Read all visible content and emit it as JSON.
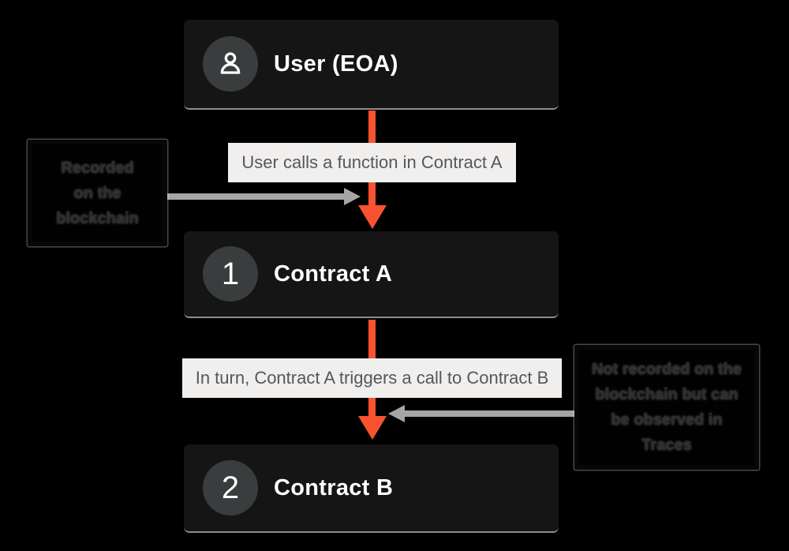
{
  "colors": {
    "background": "#000000",
    "node_bg": "#151515",
    "node_text": "#ffffff",
    "badge_bg": "#3a3d3e",
    "node_bottom_line": "#8d8d8d",
    "arrow_orange": "#f95231",
    "arrow_gray": "#a5a5a5",
    "label_bg": "#f0efee",
    "label_text": "#56575b",
    "callout_text": "#2e2e2e"
  },
  "nodes": {
    "user": {
      "title": "User (EOA)",
      "icon": "user-icon"
    },
    "contract_a": {
      "badge": "1",
      "title": "Contract A"
    },
    "contract_b": {
      "badge": "2",
      "title": "Contract B"
    }
  },
  "flow_labels": {
    "user_to_a": "User calls a function in Contract A",
    "a_to_b": "In turn, Contract A triggers a call to Contract B"
  },
  "callouts": {
    "recorded": {
      "lines": [
        "Recorded",
        "on the",
        "blockchain"
      ]
    },
    "not_recorded": {
      "lines": [
        "Not recorded on the",
        "blockchain but can",
        "be observed in",
        "Traces"
      ]
    }
  }
}
